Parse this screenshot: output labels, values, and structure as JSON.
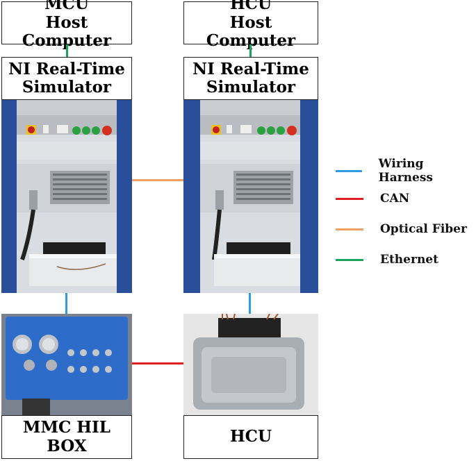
{
  "boxes": {
    "mcu_host": [
      "MCU",
      "Host Computer"
    ],
    "hcu_host": [
      "HCU",
      "Host Computer"
    ],
    "ni_left": [
      "NI Real-Time",
      "Simulator"
    ],
    "ni_right": [
      "NI Real-Time",
      "Simulator"
    ],
    "mmc_box": "MMC HIL BOX",
    "hcu": "HCU"
  },
  "legend": [
    {
      "label": "Wiring Harness",
      "color": "#2f9be3"
    },
    {
      "label": "CAN",
      "color": "#e02020"
    },
    {
      "label": "Optical Fiber",
      "color": "#f0a060"
    },
    {
      "label": "Ethernet",
      "color": "#1aa35a"
    }
  ],
  "connections": {
    "ethernet_color": "#1aa35a",
    "optical_color": "#f0a060",
    "harness_color": "#2f9be3",
    "can_color": "#e02020"
  }
}
